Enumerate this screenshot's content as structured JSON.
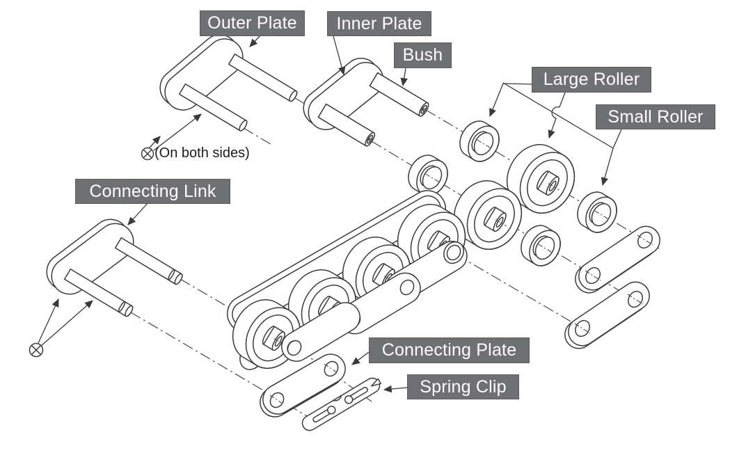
{
  "diagram": {
    "kind": "roller-chain-exploded-view",
    "background": "#ffffff"
  },
  "labels": {
    "outer_plate": "Outer Plate",
    "inner_plate": "Inner Plate",
    "bush": "Bush",
    "large_roller": "Large Roller",
    "small_roller": "Small Roller",
    "connecting_link": "Connecting Link",
    "connecting_plate": "Connecting Plate",
    "spring_clip": "Spring Clip"
  },
  "annotations": {
    "on_both_sides_note": "(On both sides)"
  },
  "icons": {
    "circle_cross_icon": "⊗"
  },
  "colors": {
    "label_background": "#6e7073",
    "label_border": "#595b5e",
    "label_text": "#ffffff",
    "line_art": "#3a3a3a",
    "background": "#ffffff"
  }
}
